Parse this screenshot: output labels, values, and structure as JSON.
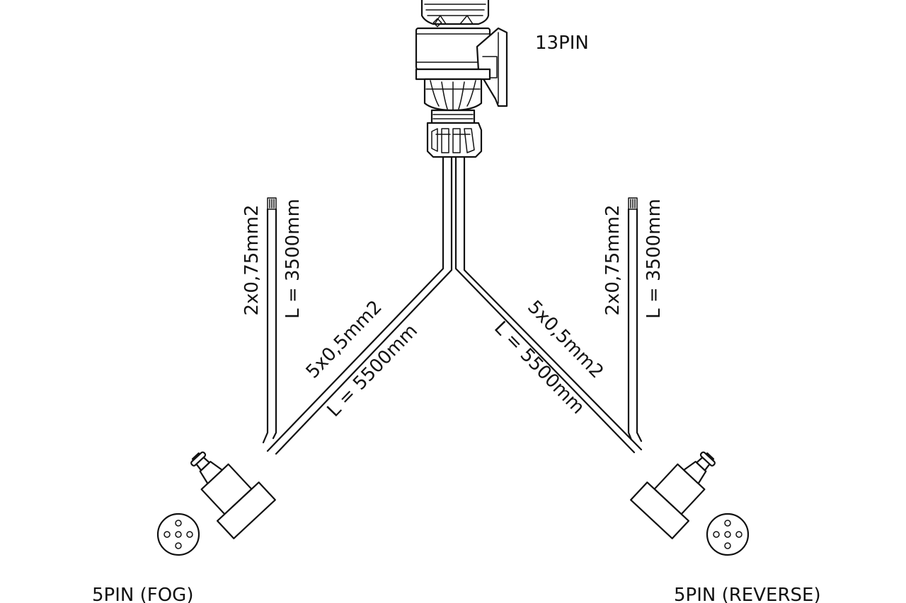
{
  "connector_top": {
    "label": "13PIN"
  },
  "branch_left": {
    "main_cable_spec": "5x0,5mm2",
    "main_cable_length": "L = 5500mm",
    "side_wire_spec": "2x0,75mm2",
    "side_wire_length": "L = 3500mm",
    "socket_label": "5PIN (FOG)"
  },
  "branch_right": {
    "main_cable_spec": "5x0,5mm2",
    "main_cable_length": "L = 5500mm",
    "side_wire_spec": "2x0,75mm2",
    "side_wire_length": "L = 3500mm",
    "socket_label": "5PIN (REVERSE)"
  },
  "colors": {
    "line": "#111111",
    "background": "#ffffff"
  }
}
